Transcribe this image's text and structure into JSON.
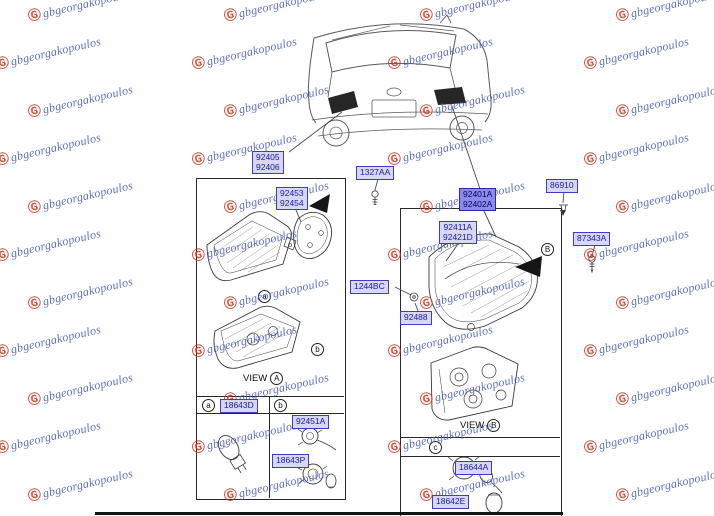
{
  "watermark": {
    "text": "gbgeorgakopoulos",
    "icon_glyph": "Ⓖ"
  },
  "labels": {
    "l92405": {
      "lines": [
        "92405",
        "92406"
      ]
    },
    "l1327aa": {
      "lines": [
        "1327AA"
      ]
    },
    "l92453": {
      "lines": [
        "92453",
        "92454"
      ]
    },
    "l92401a": {
      "lines": [
        "92401A",
        "92402A"
      ],
      "selected": true
    },
    "l86910": {
      "lines": [
        "86910"
      ]
    },
    "l92411a": {
      "lines": [
        "92411A",
        "92421D"
      ]
    },
    "l87343a": {
      "lines": [
        "87343A"
      ]
    },
    "l1244bc": {
      "lines": [
        "1244BC"
      ]
    },
    "l92488": {
      "lines": [
        "92488"
      ]
    },
    "l18643d": {
      "lines": [
        "18643D"
      ]
    },
    "l92451a": {
      "lines": [
        "92451A"
      ]
    },
    "l18643p": {
      "lines": [
        "18643P"
      ]
    },
    "l18644a": {
      "lines": [
        "18644A"
      ]
    },
    "l18642e": {
      "lines": [
        "18642E"
      ]
    }
  },
  "views": {
    "a": {
      "caption": "VIEW",
      "letter": "A"
    },
    "b": {
      "caption": "VIEW",
      "letter": "B"
    }
  },
  "callouts": {
    "a": "a",
    "b": "b",
    "c": "c",
    "view_b_marker": "B"
  },
  "colors": {
    "label_text": "#1818b4",
    "label_bg": "#d8d8f4",
    "label_bg_selected": "#8c8ce6",
    "label_border": "#3c3cc8",
    "watermark_text": "#4a5bc4",
    "watermark_logo": "#cf3b28",
    "line_art": "#3a3a3a"
  }
}
